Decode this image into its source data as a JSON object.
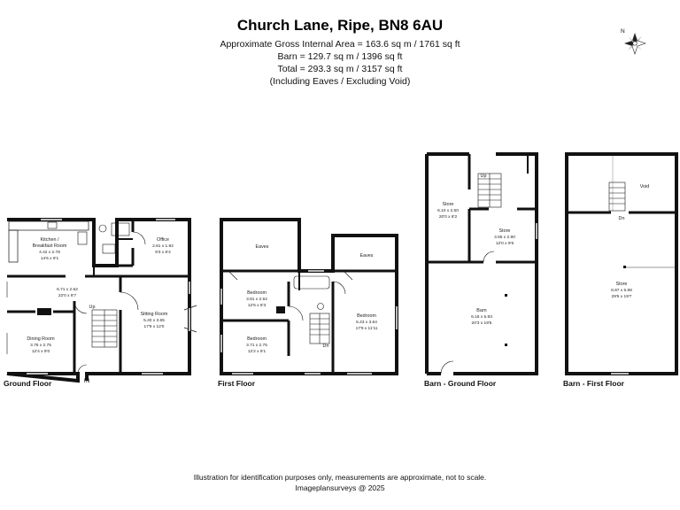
{
  "header": {
    "title": "Church Lane, Ripe, BN8 6AU",
    "area_line": "Approximate Gross Internal Area = 163.6 sq m / 1761 sq ft",
    "barn_line": "Barn = 129.7 sq m / 1396 sq ft",
    "total_line": "Total = 293.3 sq m / 3157 sq ft",
    "note_line": "(Including Eaves / Excluding Void)"
  },
  "compass": {
    "label": "N",
    "icon": "compass-rose-icon"
  },
  "floors": {
    "ground": {
      "label": "Ground Floor",
      "rooms": {
        "kitchen": {
          "name": "Kitchen /",
          "name2": "Breakfast Room",
          "metric": "4.42 x 2.78",
          "imperial": "14'6 x 9'1"
        },
        "office": {
          "name": "Office",
          "metric": "2.81 x 1.92",
          "imperial": "9'3 x 6'4"
        },
        "hall": {
          "metric": "6.71 x 2.62",
          "imperial": "22'0 x 8'7"
        },
        "sitting": {
          "name": "Sitting Room",
          "metric": "5.40 x 3.65",
          "imperial": "17'9 x 12'0"
        },
        "dining": {
          "name": "Dining Room",
          "metric": "3.76 x 2.75",
          "imperial": "12'4 x 9'0"
        }
      },
      "up_label": "Up",
      "in_label": "IN"
    },
    "first": {
      "label": "First Floor",
      "eaves_label": "Eaves",
      "rooms": {
        "bedroom1": {
          "name": "Bedroom",
          "metric": "3.81 x 2.52",
          "imperial": "12'6 x 8'3"
        },
        "bedroom2": {
          "name": "Bedroom",
          "metric": "3.71 x 2.75",
          "imperial": "12'2 x 9'1"
        },
        "bedroom3": {
          "name": "Bedroom",
          "metric": "5.43 x 3.64",
          "imperial": "17'9 x 11'11"
        }
      },
      "dn_label": "Dn"
    },
    "barn_ground": {
      "label": "Barn - Ground Floor",
      "up_label": "Up",
      "rooms": {
        "store1": {
          "name": "Store",
          "metric": "6.10 x 2.50",
          "imperial": "20'0 x 8'2"
        },
        "store2": {
          "name": "Store",
          "metric": "3.65 x 2.90",
          "imperial": "12'0 x 9'6"
        },
        "barn": {
          "name": "Barn",
          "metric": "6.18 x 5.93",
          "imperial": "20'3 x 19'5"
        }
      }
    },
    "barn_first": {
      "label": "Barn - First Floor",
      "void_label": "Void",
      "dn_label": "Dn",
      "rooms": {
        "store": {
          "name": "Store",
          "metric": "8.97 x 5.98",
          "imperial": "29'5 x 19'7"
        }
      }
    }
  },
  "footer": {
    "disclaimer": "Illustration for identification purposes only, measurements are approximate, not to scale.",
    "credit": "Imageplansurveys @ 2025"
  }
}
